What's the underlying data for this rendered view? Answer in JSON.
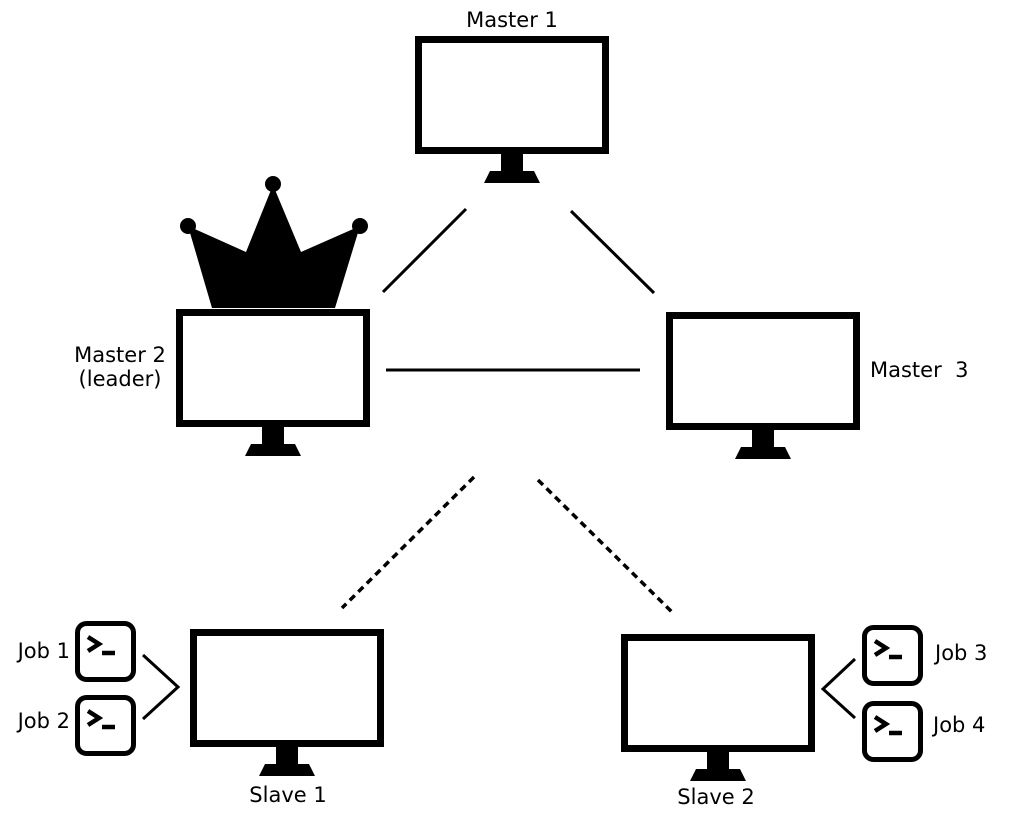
{
  "diagram": {
    "masters": [
      {
        "id": "master1",
        "label": "Master 1"
      },
      {
        "id": "master2",
        "label_line1": "Master 2",
        "label_line2": "(leader)"
      },
      {
        "id": "master3",
        "label": "Master  3"
      }
    ],
    "slaves": [
      {
        "id": "slave1",
        "label": "Slave 1"
      },
      {
        "id": "slave2",
        "label": "Slave 2"
      }
    ],
    "jobs": [
      {
        "label": "Job 1",
        "assigned_to": "slave1"
      },
      {
        "label": "Job 2",
        "assigned_to": "slave1"
      },
      {
        "label": "Job 3",
        "assigned_to": "slave2"
      },
      {
        "label": "Job 4",
        "assigned_to": "slave2"
      }
    ],
    "leader": "master2",
    "links": [
      {
        "from": "master1",
        "to": "master2",
        "style": "solid"
      },
      {
        "from": "master1",
        "to": "master3",
        "style": "solid"
      },
      {
        "from": "master2",
        "to": "master3",
        "style": "solid"
      },
      {
        "from": "masters",
        "to": "slave1",
        "style": "dashed"
      },
      {
        "from": "masters",
        "to": "slave2",
        "style": "dashed"
      }
    ],
    "icons": {
      "computer": "monitor-icon",
      "leader": "crown-icon",
      "job": "terminal-icon"
    },
    "colors": {
      "stroke": "#000000",
      "background": "#ffffff"
    }
  }
}
